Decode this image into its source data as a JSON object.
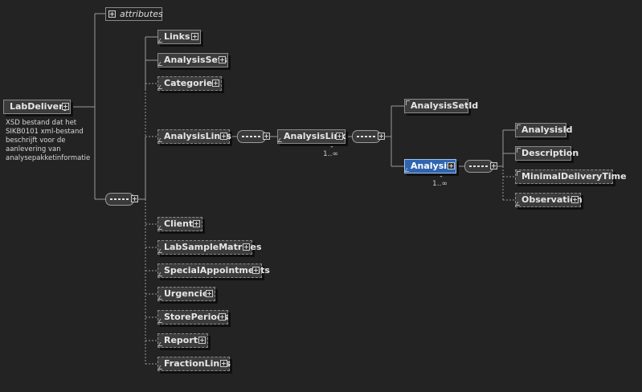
{
  "attributes_label": "attributes",
  "root": {
    "name": "LabDelivery",
    "documentation": "XSD bestand dat het SIKB0101 xml-bestand beschrijft voor de aanlevering van analysepakketinformatie"
  },
  "children": [
    {
      "name": "Links"
    },
    {
      "name": "AnalysisSets"
    },
    {
      "name": "Categories"
    },
    {
      "name": "AnalysisLinks"
    },
    {
      "name": "Clients"
    },
    {
      "name": "LabSampleMatrices"
    },
    {
      "name": "SpecialAppointments"
    },
    {
      "name": "Urgencies"
    },
    {
      "name": "StorePeriods"
    },
    {
      "name": "Reports"
    },
    {
      "name": "FractionLinks"
    }
  ],
  "analysis_link": {
    "name": "AnalysisLink",
    "cardinality": "1..∞"
  },
  "analysis_set_id": {
    "name": "AnalysisSetId"
  },
  "analysis": {
    "name": "Analysis",
    "cardinality": "1..∞"
  },
  "analysis_children": [
    {
      "name": "AnalysisId"
    },
    {
      "name": "Description"
    },
    {
      "name": "MinimalDeliveryTime"
    },
    {
      "name": "Observation"
    }
  ],
  "colors": {
    "background": "#232323",
    "selected": "#2f64b0",
    "node": "#3c3c3c",
    "line": "#9a9a9a"
  },
  "icons": [
    "expand-plus-icon",
    "sequence-compositor-icon",
    "link-arrow-icon",
    "leaf-element-icon"
  ]
}
